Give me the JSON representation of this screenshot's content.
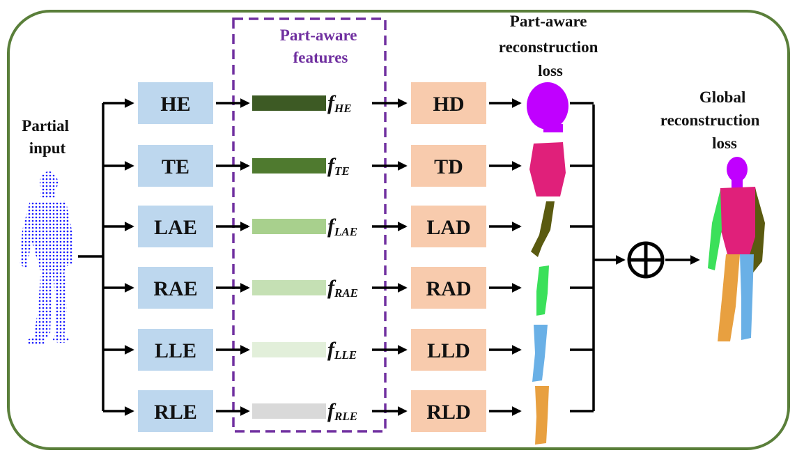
{
  "labels": {
    "partial_input": [
      "Partial",
      "input"
    ],
    "part_aware_features": [
      "Part-aware",
      "features"
    ],
    "part_aware_loss": [
      "Part-aware",
      "reconstruction",
      "loss"
    ],
    "global_loss": [
      "Global",
      "reconstruction",
      "loss"
    ],
    "oplus": "⊕"
  },
  "rows": [
    {
      "encoder": "HE",
      "feature": "f",
      "sub": "HE",
      "decoder": "HD",
      "feature_color": "#3d5a24",
      "part": "head",
      "part_color": "#c000ff"
    },
    {
      "encoder": "TE",
      "feature": "f",
      "sub": "TE",
      "decoder": "TD",
      "feature_color": "#4f7a2f",
      "part": "torso",
      "part_color": "#e0207a"
    },
    {
      "encoder": "LAE",
      "feature": "f",
      "sub": "LAE",
      "decoder": "LAD",
      "feature_color": "#a8d08d",
      "part": "left-arm",
      "part_color": "#5a5a10"
    },
    {
      "encoder": "RAE",
      "feature": "f",
      "sub": "RAE",
      "decoder": "RAD",
      "feature_color": "#c5e0b4",
      "part": "right-arm",
      "part_color": "#3be05a"
    },
    {
      "encoder": "LLE",
      "feature": "f",
      "sub": "LLE",
      "decoder": "LLD",
      "feature_color": "#e2efda",
      "part": "left-leg",
      "part_color": "#6ab0e6"
    },
    {
      "encoder": "RLE",
      "feature": "f",
      "sub": "RLE",
      "decoder": "RLD",
      "feature_color": "#d9d9d9",
      "part": "right-leg",
      "part_color": "#e8a040"
    }
  ],
  "colors": {
    "frame": "#5a7f3a",
    "encoder_box": "#bdd7ee",
    "decoder_box": "#f8cbad",
    "dashed_box": "#7030a0",
    "input_points": "#1a1aff"
  }
}
